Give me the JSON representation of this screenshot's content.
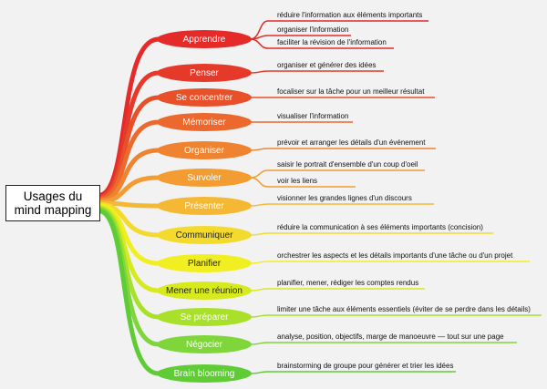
{
  "center": {
    "line1": "Usages du",
    "line2": "mind mapping"
  },
  "branches": [
    {
      "label": "Apprendre",
      "color": "#e52a2a",
      "text_color": "#ffffff",
      "details": [
        "réduire l'information aux éléments importants",
        "organiser l'information",
        "faciliter la révision de l'information"
      ]
    },
    {
      "label": "Penser",
      "color": "#e53a2a",
      "text_color": "#ffffff",
      "details": [
        "organiser et générer des idées"
      ]
    },
    {
      "label": "Se concentrer",
      "color": "#e8502a",
      "text_color": "#ffffff",
      "details": [
        "focaliser sur la tâche pour un meilleur résultat"
      ]
    },
    {
      "label": "Mémoriser",
      "color": "#ec682c",
      "text_color": "#ffffff",
      "details": [
        "visualiser l'information"
      ]
    },
    {
      "label": "Organiser",
      "color": "#ef8330",
      "text_color": "#ffffff",
      "details": [
        "prévoir et arranger les détails d'un événement"
      ]
    },
    {
      "label": "Survoler",
      "color": "#f29c32",
      "text_color": "#ffffff",
      "details": [
        "saisir le portrait d'ensemble d'un coup d'oeil",
        "voir les liens"
      ]
    },
    {
      "label": "Présenter",
      "color": "#f5b834",
      "text_color": "#ffffff",
      "details": [
        "visionner les grandes lignes d'un discours"
      ]
    },
    {
      "label": "Communiquer",
      "color": "#f3da2c",
      "text_color": "#222222",
      "details": [
        "réduire la communication à ses éléments importants (concision)"
      ]
    },
    {
      "label": "Planifier",
      "color": "#f1ee22",
      "text_color": "#222222",
      "details": [
        "orchestrer les aspects et les détails importants d'une tâche ou d'un projet"
      ]
    },
    {
      "label": "Mener une réunion",
      "color": "#d6ea1e",
      "text_color": "#222222",
      "details": [
        "planifier, mener, rédiger les comptes rendus"
      ]
    },
    {
      "label": "Se préparer",
      "color": "#a8e02a",
      "text_color": "#ffffff",
      "details": [
        "limiter une tâche aux éléments essentiels (éviter de se perdre dans les détails)"
      ]
    },
    {
      "label": "Négocier",
      "color": "#7ed63a",
      "text_color": "#ffffff",
      "details": [
        "analyse, position, objectifs, marge de manoeuvre — tout sur une page"
      ]
    },
    {
      "label": "Brain blooming",
      "color": "#5fcc35",
      "text_color": "#ffffff",
      "details": [
        "brainstorming de groupe pour générer et trier les idées"
      ]
    }
  ]
}
